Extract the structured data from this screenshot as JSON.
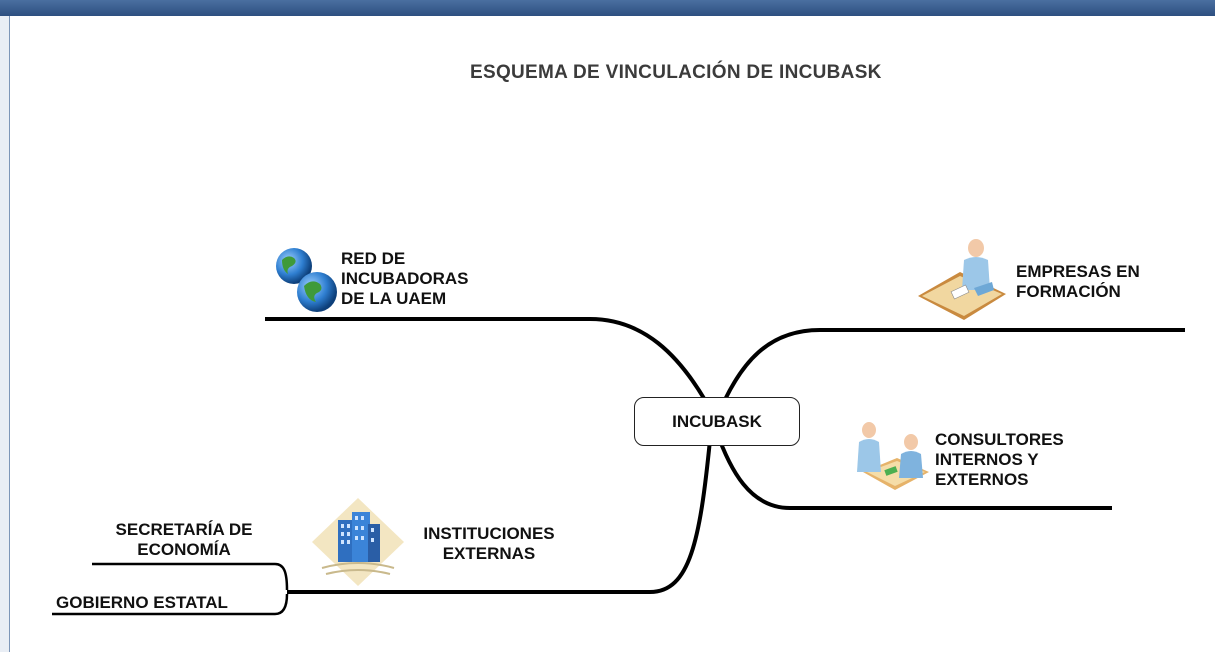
{
  "title": "ESQUEMA DE VINCULACIÓN  DE INCUBASK",
  "center": "INCUBASK",
  "nodes": {
    "red": [
      "RED DE",
      "INCUBADORAS",
      "DE LA UAEM"
    ],
    "empresas": [
      "EMPRESAS EN",
      "FORMACIÓN"
    ],
    "consultores": [
      "CONSULTORES",
      "INTERNOS Y",
      "EXTERNOS"
    ],
    "instituciones": [
      "INSTITUCIONES",
      "EXTERNAS"
    ],
    "secretaria": [
      "SECRETARÍA DE",
      "ECONOMÍA"
    ],
    "gobierno": "GOBIERNO ESTATAL"
  },
  "icons": {
    "red": "globe-icon",
    "empresas": "person-at-desk-icon",
    "consultores": "meeting-people-icon",
    "instituciones": "building-icon"
  }
}
